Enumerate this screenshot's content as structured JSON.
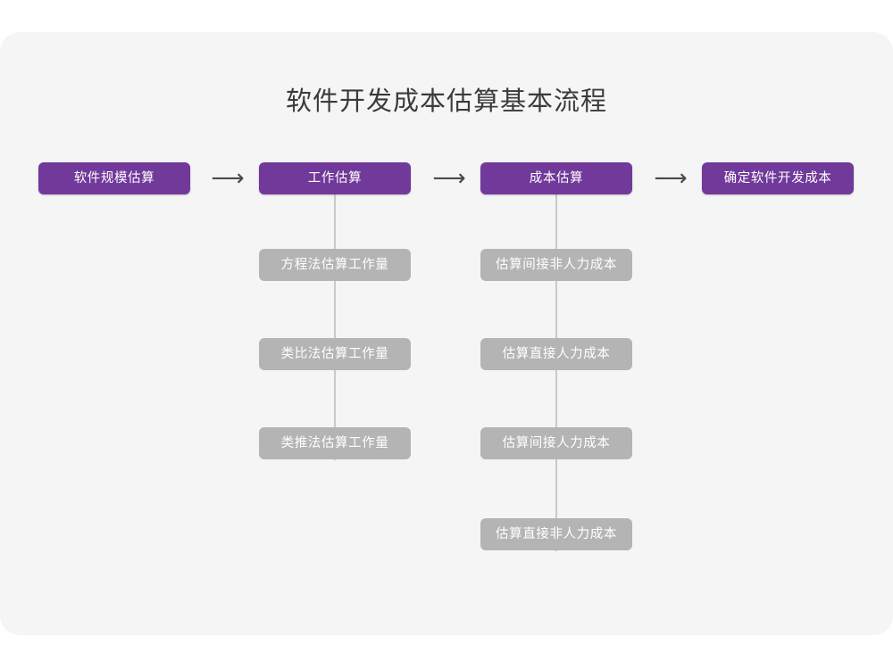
{
  "diagram": {
    "title": "软件开发成本估算基本流程",
    "arrow_glyph": "⟶",
    "colors": {
      "card_background": "#f5f5f5",
      "page_background": "#ffffff",
      "primary_node": "#71399a",
      "secondary_node": "#b4b4b4",
      "connector_line": "#c9c9c9",
      "title_text": "#3b3b3b",
      "node_text": "#ffffff",
      "arrow": "#4a4a4a"
    },
    "stages": [
      {
        "id": "stage-1",
        "label": "软件规模估算",
        "substeps": []
      },
      {
        "id": "stage-2",
        "label": "工作估算",
        "substeps": [
          {
            "id": "stage-2-sub-1",
            "label": "方程法估算工作量"
          },
          {
            "id": "stage-2-sub-2",
            "label": "类比法估算工作量"
          },
          {
            "id": "stage-2-sub-3",
            "label": "类推法估算工作量"
          }
        ]
      },
      {
        "id": "stage-3",
        "label": "成本估算",
        "substeps": [
          {
            "id": "stage-3-sub-1",
            "label": "估算间接非人力成本"
          },
          {
            "id": "stage-3-sub-2",
            "label": "估算直接人力成本"
          },
          {
            "id": "stage-3-sub-3",
            "label": "估算间接人力成本"
          },
          {
            "id": "stage-3-sub-4",
            "label": "估算直接非人力成本"
          }
        ]
      },
      {
        "id": "stage-4",
        "label": "确定软件开发成本",
        "substeps": []
      }
    ],
    "arrows": [
      {
        "id": "arrow-1",
        "from": "stage-1",
        "to": "stage-2"
      },
      {
        "id": "arrow-2",
        "from": "stage-2",
        "to": "stage-3"
      },
      {
        "id": "arrow-3",
        "from": "stage-3",
        "to": "stage-4"
      }
    ]
  }
}
